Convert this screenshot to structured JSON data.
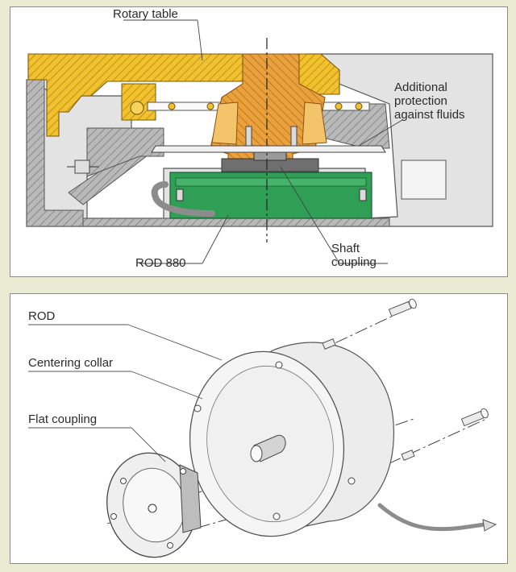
{
  "top_panel": {
    "labels": {
      "rotary_table": "Rotary table",
      "additional_protection": [
        "Additional",
        "protection",
        "against fluids"
      ],
      "shaft_coupling": [
        "Shaft",
        "coupling"
      ],
      "rod_880": "ROD 880"
    }
  },
  "bottom_panel": {
    "labels": {
      "rod": "ROD",
      "centering_collar": "Centering collar",
      "flat_coupling": "Flat coupling"
    }
  },
  "colors": {
    "background": "#e9ecd2",
    "rotary_table_yellow": "#f2c12e",
    "shaft_orange": "#eba13b",
    "encoder_green": "#2f9f55",
    "housing_grey": "#b5b5b5",
    "cable_grey": "#8c8c8c"
  }
}
